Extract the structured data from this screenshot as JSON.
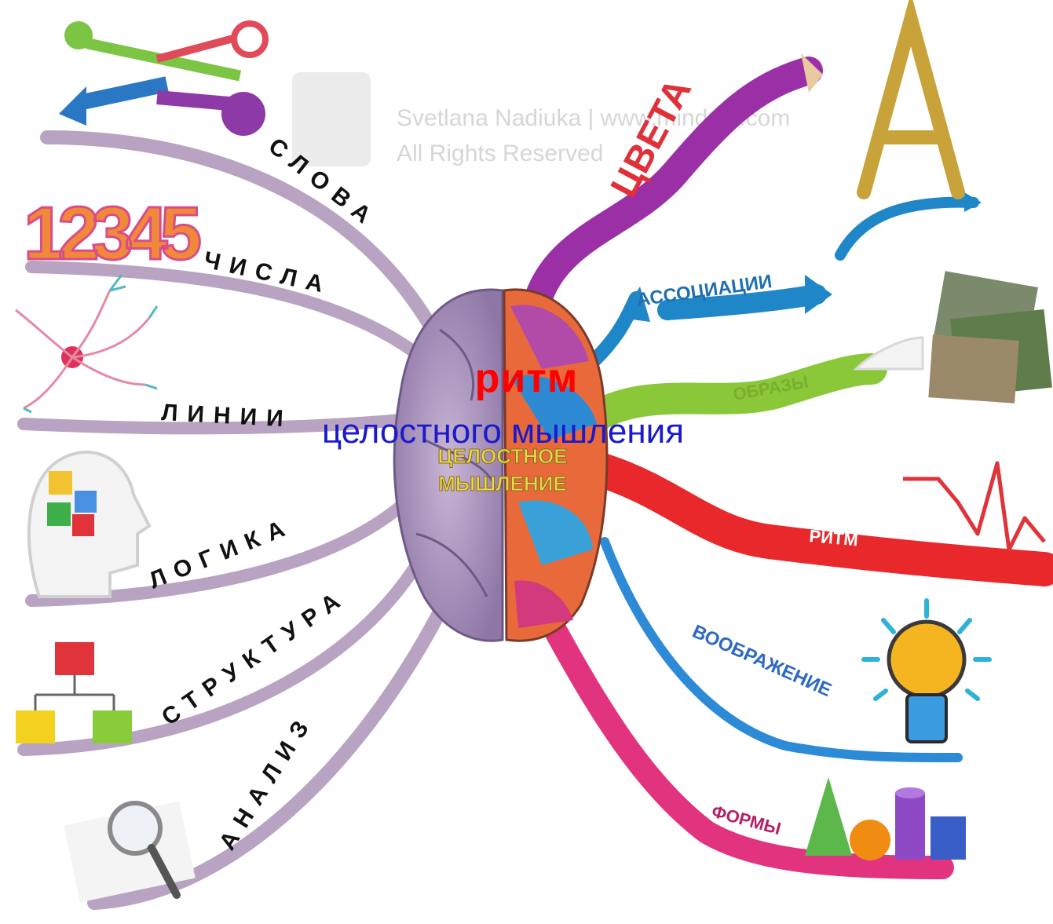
{
  "overlay": {
    "title": "ритм",
    "subtitle": "целостного мышления"
  },
  "watermark": {
    "line1": "Svetlana Nadiuka | www.mindmz.com",
    "line2": "All Rights Reserved"
  },
  "brain_label": [
    "ЦЕЛОСТНОЕ",
    "МЫШЛЕНИЕ"
  ],
  "left_branches": [
    "СЛОВА",
    "ЧИСЛА",
    "ЛИНИИ",
    "ЛОГИКА",
    "СТРУКТУРА",
    "АНАЛИЗ"
  ],
  "right_branches": [
    "ЦВЕТА",
    "АССОЦИАЦИИ",
    "ОБРАЗЫ",
    "РИТМ",
    "ВООБРАЖЕНИЕ",
    "ФОРМЫ"
  ],
  "numbers_icon": "12345",
  "colors": {
    "left_branch": "#b8a3c2",
    "cveta": "#9a2fa6",
    "associacii": "#1f86c8",
    "obrazy": "#8ac83a",
    "ritm": "#e8282b",
    "voobrazhenie": "#2d8ad6",
    "formy": "#e2337f",
    "overlay_title": "#ff0000",
    "overlay_subtitle": "#1a1acc"
  },
  "icons": [
    "keys-icon",
    "numbers-icon",
    "neuron-icon",
    "head-puzzle-icon",
    "flowchart-icon",
    "magnifier-icon",
    "letter-a-icon",
    "arrow-icon",
    "photos-icon",
    "pulse-icon",
    "lightbulb-icon",
    "shapes-icon"
  ]
}
